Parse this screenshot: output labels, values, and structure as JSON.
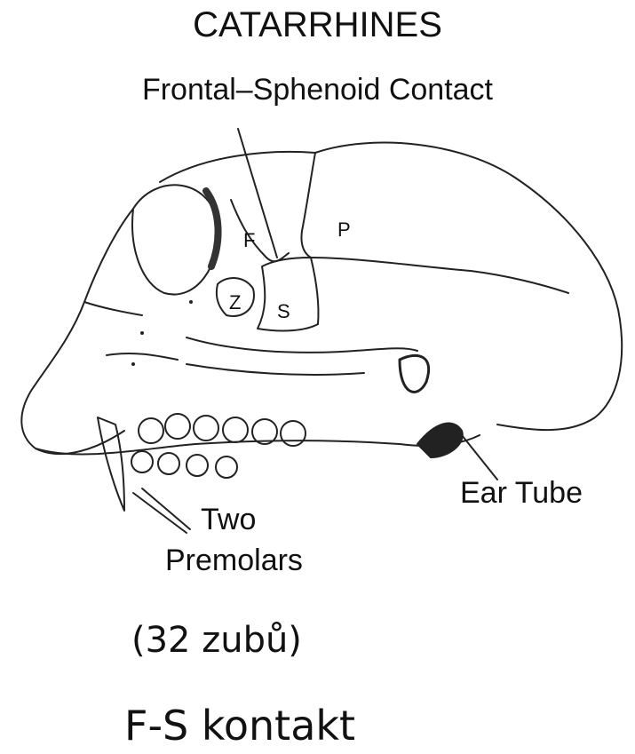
{
  "figure": {
    "title": "CATARRHINES",
    "subtitle": "Frontal–Sphenoid Contact",
    "labels": {
      "frontal": "F",
      "parietal": "P",
      "sphenoid": "S",
      "zygomatic": "Z",
      "ear_tube": "Ear Tube",
      "two": "Two",
      "premolars": "Premolars"
    }
  },
  "captions": {
    "teeth_count": "(32 zubů)",
    "fs_contact": "F-S kontakt"
  }
}
